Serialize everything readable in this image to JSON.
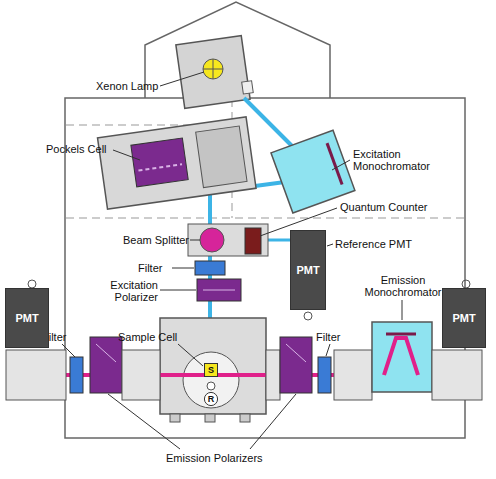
{
  "diagram": {
    "nodes": [
      {
        "text": [
          "PMT"
        ]
      },
      {
        "text": [
          "PMT"
        ]
      },
      {
        "text": [
          "PMT"
        ]
      },
      {
        "text": [
          "S"
        ]
      },
      {
        "text": [
          "R"
        ]
      }
    ],
    "labels": [
      "Xenon Lamp",
      "Pockels Cell",
      "Excitation Monochromator",
      "Quantum Counter",
      "Beam Splitter",
      "Reference PMT",
      "Filter",
      "Excitation Polarizer",
      "Emission Monochromator",
      "Filter",
      "Sample Cell",
      "Filter",
      "Emission Polarizers"
    ]
  }
}
